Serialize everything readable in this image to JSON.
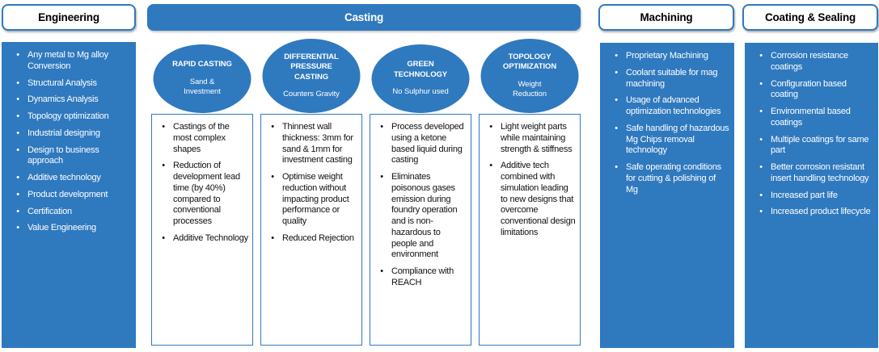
{
  "colors": {
    "accent_blue": "#2F79BF",
    "header_text_dark": "#000000",
    "body_text_on_blue": "#ffffff",
    "body_text_on_white": "#111111"
  },
  "columns": {
    "engineering": {
      "title": "Engineering",
      "items": [
        "Any metal to Mg alloy Conversion",
        "Structural Analysis",
        "Dynamics Analysis",
        "Topology optimization",
        "Industrial designing",
        "Design to business approach",
        "Additive technology",
        "Product development",
        "Certification",
        "Value Engineering"
      ]
    },
    "casting": {
      "title": "Casting",
      "subcolumns": [
        {
          "name": "RAPID CASTING",
          "subtitle": "Sand &\nInvestment",
          "items": [
            "Castings of the most complex shapes",
            "Reduction of development lead time (by 40%) compared to conventional processes",
            "Additive Technology"
          ]
        },
        {
          "name": "DIFFERENTIAL\nPRESSURE\nCASTING",
          "subtitle": "Counters Gravity",
          "items": [
            "Thinnest wall thickness: 3mm for sand & 1mm for investment casting",
            "Optimise weight reduction without impacting product performance or quality",
            "Reduced Rejection"
          ]
        },
        {
          "name": "GREEN\nTECHNOLOGY",
          "subtitle": "No Sulphur used",
          "items": [
            "Process developed using a ketone based liquid during casting",
            "Eliminates poisonous gases emission during foundry operation and is non-hazardous to people and environment",
            "Compliance with REACH"
          ]
        },
        {
          "name": "TOPOLOGY\nOPTIMIZATION",
          "subtitle": "Weight\nReduction",
          "items": [
            "Light weight parts while maintaining strength & stiffness",
            "Additive tech combined with simulation leading to new designs that overcome conventional design limitations"
          ]
        }
      ]
    },
    "machining": {
      "title": "Machining",
      "items": [
        "Proprietary Machining",
        "Coolant suitable for mag machining",
        "Usage of advanced optimization technologies",
        "Safe handling of hazardous Mg Chips removal technology",
        "Safe operating conditions for cutting & polishing of Mg"
      ]
    },
    "coating": {
      "title": "Coating & Sealing",
      "items": [
        "Corrosion resistance coatings",
        "Configuration based coating",
        "Environmental based coatings",
        "Multiple coatings for same part",
        "Better corrosion resistant insert handling technology",
        "Increased part life",
        "Increased product lifecycle"
      ]
    }
  },
  "bullet_glyph": "•"
}
